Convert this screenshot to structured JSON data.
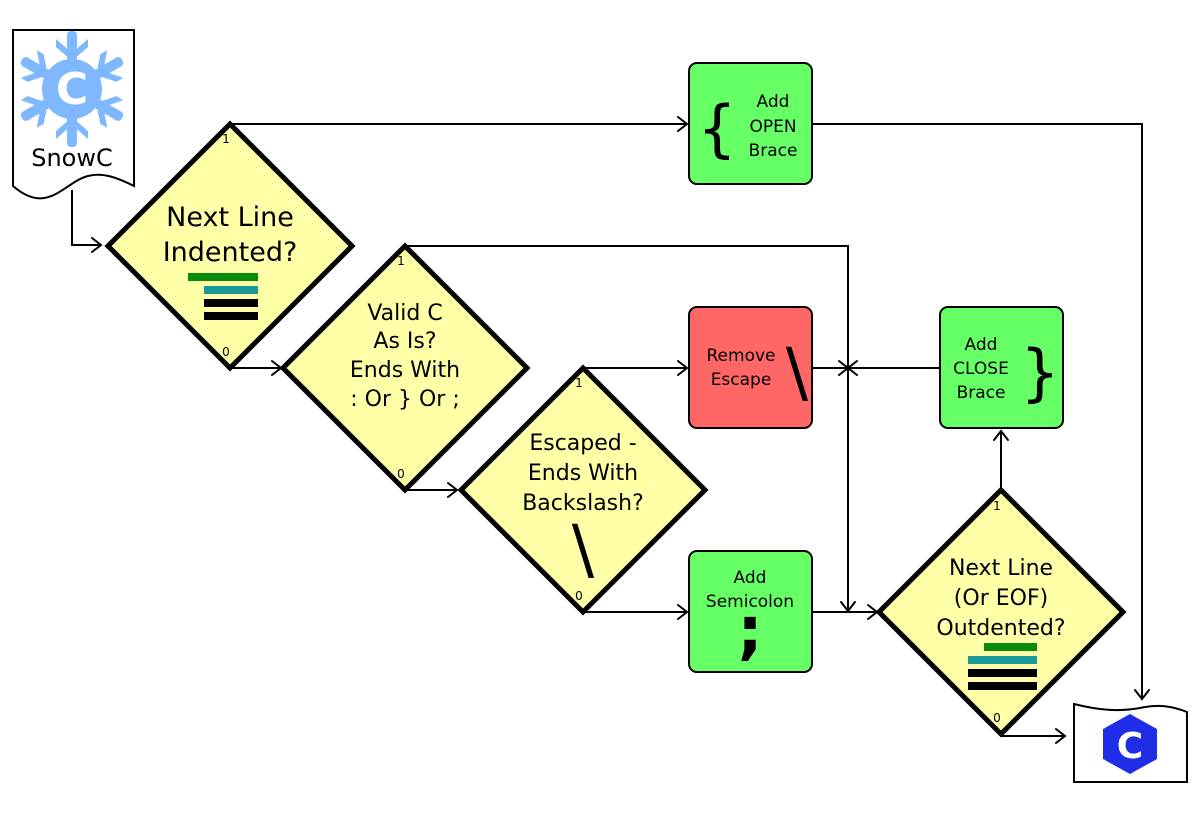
{
  "input_doc": {
    "label": "SnowC",
    "logo_letter": "C"
  },
  "output_doc": {
    "logo_letter": "C"
  },
  "decisions": {
    "indented": {
      "lines": [
        "Next Line",
        "Indented?"
      ],
      "port_true": "1",
      "port_false": "0"
    },
    "valid": {
      "lines": [
        "Valid C",
        "As Is?",
        "Ends With",
        ": Or } Or ;"
      ],
      "port_true": "1",
      "port_false": "0"
    },
    "escaped": {
      "lines": [
        "Escaped -",
        "Ends With",
        "Backslash?"
      ],
      "symbol": "\\",
      "port_true": "1",
      "port_false": "0"
    },
    "outdented": {
      "lines": [
        "Next Line",
        "(Or EOF)",
        "Outdented?"
      ],
      "port_true": "1",
      "port_false": "0"
    }
  },
  "actions": {
    "open_brace": {
      "lines": [
        "Add",
        "OPEN",
        "Brace"
      ],
      "symbol": "{"
    },
    "remove_escape": {
      "lines": [
        "Remove",
        "Escape"
      ],
      "symbol": "\\"
    },
    "close_brace": {
      "lines": [
        "Add",
        "CLOSE",
        "Brace"
      ],
      "symbol": "}"
    },
    "semicolon": {
      "lines": [
        "Add",
        "Semicolon"
      ],
      "symbol": ";"
    }
  },
  "colors": {
    "decision_fill": "#ffffa8",
    "action_green": "#66ff66",
    "action_red": "#ff6666",
    "snowflake_blue": "#80b8ff",
    "c_logo_blue": "#1f2de6",
    "indent_green": "#0a8a0a",
    "indent_teal": "#1a9999",
    "indent_black": "#000000"
  },
  "icons": {
    "snowflake": "snowflake-icon",
    "c_logo": "c-language-icon",
    "indent_bars": "indent-bars-icon",
    "outdent_bars": "outdent-bars-icon"
  }
}
